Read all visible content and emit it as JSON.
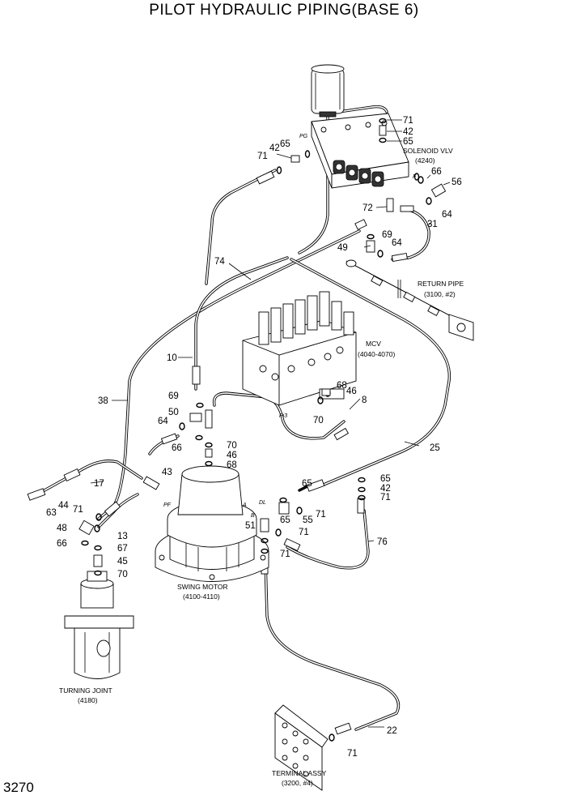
{
  "title": "PILOT HYDRAULIC PIPING(BASE 6)",
  "page_number": "3270",
  "components": {
    "solenoid_valve": [
      "SOLENOID VLV",
      "(4240)"
    ],
    "return_pipe": [
      "RETURN PIPE",
      "(3100, #2)"
    ],
    "mcv": [
      "MCV",
      "(4040-4070)"
    ],
    "swing_motor": [
      "SWING MOTOR",
      "(4100-4110)"
    ],
    "turning_joint": [
      "TURNING JOINT",
      "(4180)"
    ],
    "terminal_assy": [
      "TERMINAL ASSY",
      "(3200, #4)"
    ]
  },
  "port_marks": [
    "Pi3",
    "PG",
    "A",
    "B",
    "DL",
    "PF",
    "F"
  ],
  "callouts": [
    "71",
    "42",
    "65",
    "71",
    "42",
    "65",
    "66",
    "56",
    "72",
    "64",
    "31",
    "69",
    "49",
    "64",
    "74",
    "10",
    "38",
    "69",
    "50",
    "64",
    "66",
    "70",
    "46",
    "68",
    "68",
    "46",
    "8",
    "70",
    "25",
    "17",
    "43",
    "63",
    "44",
    "71",
    "48",
    "13",
    "66",
    "67",
    "45",
    "70",
    "65",
    "65",
    "55",
    "71",
    "51",
    "71",
    "71",
    "65",
    "42",
    "71",
    "76",
    "22",
    "71"
  ]
}
